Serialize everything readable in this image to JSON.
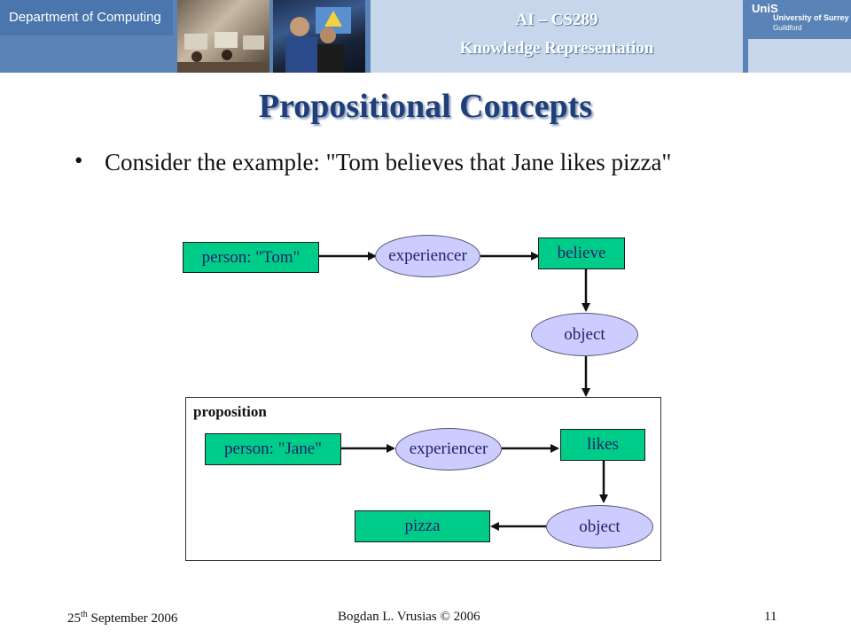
{
  "header": {
    "department": "Department of Computing",
    "course_title": "AI – CS289",
    "course_subtitle": "Knowledge Representation",
    "logo_uni": "UniS",
    "logo_university": "University of Surrey",
    "logo_location": "Guildford"
  },
  "slide": {
    "title": "Propositional Concepts",
    "bullet": "Consider the example: \"Tom believes that Jane likes pizza\""
  },
  "diagram": {
    "outer": {
      "person": "person: \"Tom\"",
      "experiencer": "experiencer",
      "believe": "believe",
      "object": "object"
    },
    "proposition": {
      "label": "proposition",
      "person": "person: \"Jane\"",
      "experiencer": "experiencer",
      "likes": "likes",
      "object": "object",
      "pizza": "pizza"
    },
    "colors": {
      "concept": "#00cc8a",
      "relation": "#ccccff",
      "text": "#222266"
    }
  },
  "footer": {
    "date_day": "25",
    "date_sup": "th",
    "date_rest": " September 2006",
    "author": "Bogdan L. Vrusias © 2006",
    "page": "11"
  }
}
